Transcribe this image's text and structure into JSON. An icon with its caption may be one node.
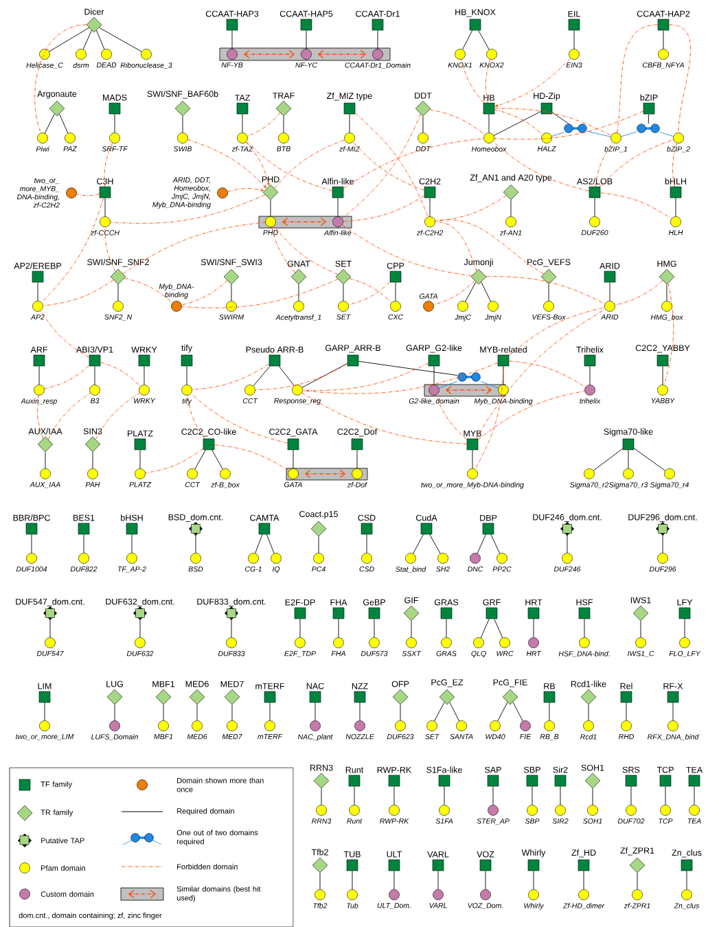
{
  "diagram": {
    "nodes": [
      {
        "text": [
          "Dicer"
        ]
      },
      {
        "text": [
          "Helicase_C"
        ]
      },
      {
        "text": [
          "dsrm"
        ]
      },
      {
        "text": [
          "DEAD"
        ]
      },
      {
        "text": [
          "Ribonuclease_3"
        ]
      },
      {
        "text": [],
        "shape": "box"
      },
      {
        "text": [
          "CCAAT-HAP3"
        ]
      },
      {
        "text": [
          "NF-YB"
        ],
        "in": 5
      },
      {
        "text": [
          "CCAAT-HAP5"
        ]
      },
      {
        "text": [
          "NF-YC"
        ],
        "in": 5
      },
      {
        "text": [
          "CCAAT-Dr1"
        ]
      },
      {
        "text": [
          "CCAAT-Dr1_Domain"
        ],
        "in": 5
      },
      {
        "text": [
          "HB_KNOX"
        ]
      },
      {
        "text": [
          "KNOX1"
        ]
      },
      {
        "text": [
          "KNOX2"
        ]
      },
      {
        "text": [
          "EIL"
        ]
      },
      {
        "text": [
          "EIN3"
        ]
      },
      {
        "text": [
          "CCAAT-HAP2"
        ]
      },
      {
        "text": [
          "CBFB_NFYA"
        ]
      },
      {
        "text": [
          "Argonaute"
        ]
      },
      {
        "text": [
          "Piwi"
        ]
      },
      {
        "text": [
          "PAZ"
        ]
      },
      {
        "text": [
          "MADS"
        ]
      },
      {
        "text": [
          "SRF-TF"
        ]
      },
      {
        "text": [
          "SWI/SNF_BAF60b"
        ]
      },
      {
        "text": [
          "SWIB"
        ]
      },
      {
        "text": [
          "TAZ"
        ]
      },
      {
        "text": [
          "zf-TAZ"
        ]
      },
      {
        "text": [
          "TRAF"
        ]
      },
      {
        "text": [
          "BTB"
        ]
      },
      {
        "text": [
          "Zf_MIZ type"
        ]
      },
      {
        "text": [
          "zf-MIZ"
        ]
      },
      {
        "text": [
          "DDT"
        ]
      },
      {
        "text": [
          "DDT"
        ]
      },
      {
        "text": [
          "HB"
        ]
      },
      {
        "text": [
          "Homeobox"
        ]
      },
      {
        "text": [
          "HD-Zip"
        ]
      },
      {
        "text": [
          "HALZ"
        ]
      },
      {
        "text": [],
        "shape": "dumbbell"
      },
      {
        "text": [
          "bZIP"
        ]
      },
      {
        "text": [
          "bZIP_1"
        ]
      },
      {
        "text": [
          "bZIP_2"
        ]
      },
      {
        "text": [],
        "shape": "dumbbell"
      },
      {
        "text": [
          "two_or_ more_MYB_ DNA-binding, zf-C2H2"
        ]
      },
      {
        "text": [
          "C3H"
        ]
      },
      {
        "text": [
          "zf-CCCH"
        ]
      },
      {
        "text": [
          "ARID, DDT, Homeobox, JmjC, JmjN, Myb_DNA-binding"
        ]
      },
      {
        "text": [],
        "shape": "box"
      },
      {
        "text": [
          "PHD"
        ]
      },
      {
        "text": [
          "PHD"
        ],
        "in": 47
      },
      {
        "text": [
          "Alfin-like"
        ]
      },
      {
        "text": [
          "Alfin-like"
        ],
        "in": 47
      },
      {
        "text": [
          "C2H2"
        ]
      },
      {
        "text": [
          "zf-C2H2"
        ]
      },
      {
        "text": [
          "Zf_AN1 and A20 type"
        ]
      },
      {
        "text": [
          "zf-AN1"
        ]
      },
      {
        "text": [
          "AS2/LOB"
        ]
      },
      {
        "text": [
          "DUF260"
        ]
      },
      {
        "text": [
          "bHLH"
        ]
      },
      {
        "text": [
          "HLH"
        ]
      },
      {
        "text": [
          "AP2/EREBP"
        ]
      },
      {
        "text": [
          "AP2"
        ]
      },
      {
        "text": [
          "SWI/SNF_SNF2"
        ]
      },
      {
        "text": [
          "SNF2_N"
        ]
      },
      {
        "text": [
          "Myb_DNA- binding"
        ]
      },
      {
        "text": [
          "SWI/SNF_SWI3"
        ]
      },
      {
        "text": [
          "SWIRM"
        ]
      },
      {
        "text": [
          "GNAT"
        ]
      },
      {
        "text": [
          "Acetyltransf_1"
        ]
      },
      {
        "text": [
          "SET"
        ]
      },
      {
        "text": [
          "SET"
        ]
      },
      {
        "text": [
          "CPP"
        ]
      },
      {
        "text": [
          "CXC"
        ]
      },
      {
        "text": [
          "GATA"
        ]
      },
      {
        "text": [
          "Jumonji"
        ]
      },
      {
        "text": [
          "JmjC"
        ]
      },
      {
        "text": [
          "JmjN"
        ]
      },
      {
        "text": [
          "PcG_VEFS"
        ]
      },
      {
        "text": [
          "VEFS-Box"
        ]
      },
      {
        "text": [
          "ARID"
        ]
      },
      {
        "text": [
          "ARID"
        ]
      },
      {
        "text": [
          "HMG"
        ]
      },
      {
        "text": [
          "HMG_box"
        ]
      },
      {
        "text": [
          "ARF"
        ]
      },
      {
        "text": [
          "Auxin_resp"
        ]
      },
      {
        "text": [
          "ABI3/VP1"
        ]
      },
      {
        "text": [
          "B3"
        ]
      },
      {
        "text": [
          "WRKY"
        ]
      },
      {
        "text": [
          "WRKY"
        ]
      },
      {
        "text": [
          "tify"
        ]
      },
      {
        "text": [
          "tify"
        ]
      },
      {
        "text": [
          "Pseudo ARR-B"
        ]
      },
      {
        "text": [
          "CCT"
        ]
      },
      {
        "text": [
          "Response_reg"
        ]
      },
      {
        "text": [
          "GARP_ARR-B"
        ]
      },
      {
        "text": [],
        "shape": "box"
      },
      {
        "text": [
          "GARP_G2-like"
        ]
      },
      {
        "text": [
          "G2-like_domain"
        ],
        "in": 95
      },
      {
        "text": [
          "MYB-related"
        ]
      },
      {
        "text": [
          "Myb_DNA-binding"
        ],
        "in": 95
      },
      {
        "text": [],
        "shape": "dumbbell"
      },
      {
        "text": [
          "Trihelix"
        ]
      },
      {
        "text": [
          "trihelix"
        ]
      },
      {
        "text": [
          "C2C2_YABBY"
        ]
      },
      {
        "text": [
          "YABBY"
        ]
      },
      {
        "text": [
          "AUX/IAA"
        ]
      },
      {
        "text": [
          "AUX_IAA"
        ]
      },
      {
        "text": [
          "SIN3"
        ]
      },
      {
        "text": [
          "PAH"
        ]
      },
      {
        "text": [
          "PLATZ"
        ]
      },
      {
        "text": [
          "PLATZ"
        ]
      },
      {
        "text": [
          "C2C2_CO-like"
        ]
      },
      {
        "text": [
          "CCT"
        ]
      },
      {
        "text": [
          "zf-B_box"
        ]
      },
      {
        "text": [],
        "shape": "box"
      },
      {
        "text": [
          "C2C2_GATA"
        ]
      },
      {
        "text": [
          "GATA"
        ],
        "in": 114
      },
      {
        "text": [
          "C2C2_Dof"
        ]
      },
      {
        "text": [
          "zf-Dof"
        ],
        "in": 114
      },
      {
        "text": [
          "MYB"
        ]
      },
      {
        "text": [
          "two_or_more_Myb-DNA-binding"
        ]
      },
      {
        "text": [
          "Sigma70-like"
        ]
      },
      {
        "text": [
          "Sigma70_r2"
        ]
      },
      {
        "text": [
          "Sigma70_r3"
        ]
      },
      {
        "text": [
          "Sigma70_r4"
        ]
      },
      {
        "text": [
          "BBR/BPC"
        ]
      },
      {
        "text": [
          "DUF1004"
        ]
      },
      {
        "text": [
          "BES1"
        ]
      },
      {
        "text": [
          "DUF822"
        ]
      },
      {
        "text": [
          "bHSH"
        ]
      },
      {
        "text": [
          "TF_AP-2"
        ]
      },
      {
        "text": [
          "BSD_dom.cnt."
        ]
      },
      {
        "text": [
          "BSD"
        ]
      },
      {
        "text": [
          "CAMTA"
        ]
      },
      {
        "text": [
          "CG-1"
        ]
      },
      {
        "text": [
          "IQ"
        ]
      },
      {
        "text": [
          "Coact.p15"
        ]
      },
      {
        "text": [
          "PC4"
        ]
      },
      {
        "text": [
          "CSD"
        ]
      },
      {
        "text": [
          "CSD"
        ]
      },
      {
        "text": [
          "CudA"
        ]
      },
      {
        "text": [
          "Stat_bind"
        ]
      },
      {
        "text": [
          "SH2"
        ]
      },
      {
        "text": [
          "DBP"
        ]
      },
      {
        "text": [
          "DNC"
        ]
      },
      {
        "text": [
          "PP2C"
        ]
      },
      {
        "text": [
          "DUF246_dom.cnt."
        ]
      },
      {
        "text": [
          "DUF246"
        ]
      },
      {
        "text": [
          "DUF296_dom.cnt."
        ]
      },
      {
        "text": [
          "DUF296"
        ]
      },
      {
        "text": [
          "DUF547_dom.cnt."
        ]
      },
      {
        "text": [
          "DUF547"
        ]
      },
      {
        "text": [
          "DUF632_dom.cnt."
        ]
      },
      {
        "text": [
          "DUF632"
        ]
      },
      {
        "text": [
          "DUF833_dom.cnt."
        ]
      },
      {
        "text": [
          "DUF833"
        ]
      },
      {
        "text": [
          "E2F-DP"
        ]
      },
      {
        "text": [
          "E2F_TDP"
        ]
      },
      {
        "text": [
          "FHA"
        ]
      },
      {
        "text": [
          "FHA"
        ]
      },
      {
        "text": [
          "GeBP"
        ]
      },
      {
        "text": [
          "DUF573"
        ]
      },
      {
        "text": [
          "GIF"
        ]
      },
      {
        "text": [
          "SSXT"
        ]
      },
      {
        "text": [
          "GRAS"
        ]
      },
      {
        "text": [
          "GRAS"
        ]
      },
      {
        "text": [
          "GRF"
        ]
      },
      {
        "text": [
          "QLQ"
        ]
      },
      {
        "text": [
          "WRC"
        ]
      },
      {
        "text": [
          "HRT"
        ]
      },
      {
        "text": [
          "HRT"
        ]
      },
      {
        "text": [
          "HSF"
        ]
      },
      {
        "text": [
          "HSF_DNA-bind."
        ]
      },
      {
        "text": [
          "IWS1"
        ]
      },
      {
        "text": [
          "IWS1_C"
        ]
      },
      {
        "text": [
          "LFY"
        ]
      },
      {
        "text": [
          "FLO_LFY"
        ]
      },
      {
        "text": [
          "LIM"
        ]
      },
      {
        "text": [
          "two_or_more_LIM"
        ]
      },
      {
        "text": [
          "LUG"
        ]
      },
      {
        "text": [
          "LUFS_Domain"
        ]
      },
      {
        "text": [
          "MBF1"
        ]
      },
      {
        "text": [
          "MBF1"
        ]
      },
      {
        "text": [
          "MED6"
        ]
      },
      {
        "text": [
          "MED6"
        ]
      },
      {
        "text": [
          "MED7"
        ]
      },
      {
        "text": [
          "MED7"
        ]
      },
      {
        "text": [
          "mTERF"
        ]
      },
      {
        "text": [
          "mTERF"
        ]
      },
      {
        "text": [
          "NAC"
        ]
      },
      {
        "text": [
          "NAC_plant"
        ]
      },
      {
        "text": [
          "NZZ"
        ]
      },
      {
        "text": [
          "NOZZLE"
        ]
      },
      {
        "text": [
          "OFP"
        ]
      },
      {
        "text": [
          "DUF623"
        ]
      },
      {
        "text": [
          "PcG_EZ"
        ]
      },
      {
        "text": [
          "SET"
        ]
      },
      {
        "text": [
          "SANTA"
        ]
      },
      {
        "text": [
          "PcG_FIE"
        ]
      },
      {
        "text": [
          "WD40"
        ]
      },
      {
        "text": [
          "FIE"
        ]
      },
      {
        "text": [
          "RB"
        ]
      },
      {
        "text": [
          "RB_B"
        ]
      },
      {
        "text": [
          "Rcd1-like"
        ]
      },
      {
        "text": [
          "Rcd1"
        ]
      },
      {
        "text": [
          "Rel"
        ]
      },
      {
        "text": [
          "RHD"
        ]
      },
      {
        "text": [
          "RF-X"
        ]
      },
      {
        "text": [
          "RFX_DNA_bind"
        ]
      },
      {
        "text": [
          "RRN3"
        ]
      },
      {
        "text": [
          "RRN3"
        ]
      },
      {
        "text": [
          "Runt"
        ]
      },
      {
        "text": [
          "Runt"
        ]
      },
      {
        "text": [
          "RWP-RK"
        ]
      },
      {
        "text": [
          "RWP-RK"
        ]
      },
      {
        "text": [
          "S1Fa-like"
        ]
      },
      {
        "text": [
          "S1FA"
        ]
      },
      {
        "text": [
          "SAP"
        ]
      },
      {
        "text": [
          "STER_AP"
        ]
      },
      {
        "text": [
          "SBP"
        ]
      },
      {
        "text": [
          "SBP"
        ]
      },
      {
        "text": [
          "Sir2"
        ]
      },
      {
        "text": [
          "SIR2"
        ]
      },
      {
        "text": [
          "SOH1"
        ]
      },
      {
        "text": [
          "SOH1"
        ]
      },
      {
        "text": [
          "SRS"
        ]
      },
      {
        "text": [
          "DUF702"
        ]
      },
      {
        "text": [
          "TCP"
        ]
      },
      {
        "text": [
          "TCP"
        ]
      },
      {
        "text": [
          "TEA"
        ]
      },
      {
        "text": [
          "TEA"
        ]
      },
      {
        "text": [
          "Tfb2"
        ]
      },
      {
        "text": [
          "Tfb2"
        ]
      },
      {
        "text": [
          "TUB"
        ]
      },
      {
        "text": [
          "Tub"
        ]
      },
      {
        "text": [
          "ULT"
        ]
      },
      {
        "text": [
          "ULT_Dom."
        ]
      },
      {
        "text": [
          "VARL"
        ]
      },
      {
        "text": [
          "VARL"
        ]
      },
      {
        "text": [
          "VOZ"
        ]
      },
      {
        "text": [
          "VOZ_Dom."
        ]
      },
      {
        "text": [
          "Whirly"
        ]
      },
      {
        "text": [
          "Whirly"
        ]
      },
      {
        "text": [
          "Zf_HD"
        ]
      },
      {
        "text": [
          "Zf-HD_dimer"
        ]
      },
      {
        "text": [
          "Zf_ZPR1"
        ]
      },
      {
        "text": [
          "zf-ZPR1"
        ]
      },
      {
        "text": [
          "Zn_clus"
        ]
      },
      {
        "text": [
          "Zn_clus"
        ]
      }
    ],
    "edges": [
      {
        "from": 0,
        "to": 1,
        "arrow": "none"
      },
      {
        "from": 0,
        "to": 2,
        "arrow": "none"
      },
      {
        "from": 0,
        "to": 3,
        "arrow": "none"
      },
      {
        "from": 0,
        "to": 4,
        "arrow": "none"
      },
      {
        "from": 6,
        "to": 7,
        "arrow": "none"
      },
      {
        "from": 8,
        "to": 9,
        "arrow": "none"
      },
      {
        "from": 10,
        "to": 11,
        "arrow": "none"
      },
      {
        "from": 12,
        "to": 13,
        "arrow": "none"
      },
      {
        "from": 12,
        "to": 14,
        "arrow": "none"
      },
      {
        "from": 15,
        "to": 16,
        "arrow": "none"
      },
      {
        "from": 17,
        "to": 18,
        "arrow": "none"
      },
      {
        "from": 19,
        "to": 20,
        "arrow": "none"
      },
      {
        "from": 19,
        "to": 21,
        "arrow": "none"
      },
      {
        "from": 22,
        "to": 23,
        "arrow": "none"
      },
      {
        "from": 24,
        "to": 25,
        "arrow": "none"
      },
      {
        "from": 26,
        "to": 27,
        "arrow": "none"
      },
      {
        "from": 28,
        "to": 29,
        "arrow": "none"
      },
      {
        "from": 30,
        "to": 31,
        "arrow": "none"
      },
      {
        "from": 32,
        "to": 33,
        "arrow": "none"
      },
      {
        "from": 34,
        "to": 35,
        "arrow": "none"
      },
      {
        "from": 36,
        "to": 35,
        "arrow": "none"
      },
      {
        "from": 36,
        "to": 38,
        "arrow": "none"
      },
      {
        "from": 38,
        "to": 37,
        "arrow": "none",
        "color": "#1e88e5"
      },
      {
        "from": 38,
        "to": 40,
        "arrow": "none",
        "color": "#1e88e5"
      },
      {
        "from": 39,
        "to": 42,
        "arrow": "none"
      },
      {
        "from": 42,
        "to": 40,
        "arrow": "none",
        "color": "#1e88e5"
      },
      {
        "from": 42,
        "to": 41,
        "arrow": "none",
        "color": "#1e88e5"
      },
      {
        "from": 44,
        "to": 45,
        "arrow": "none"
      },
      {
        "from": 48,
        "to": 49,
        "arrow": "none"
      },
      {
        "from": 50,
        "to": 51,
        "arrow": "none"
      },
      {
        "from": 52,
        "to": 53,
        "arrow": "none"
      },
      {
        "from": 54,
        "to": 55,
        "arrow": "none"
      },
      {
        "from": 56,
        "to": 57,
        "arrow": "none"
      },
      {
        "from": 58,
        "to": 59,
        "arrow": "none"
      },
      {
        "from": 60,
        "to": 61,
        "arrow": "none"
      },
      {
        "from": 62,
        "to": 63,
        "arrow": "none"
      },
      {
        "from": 65,
        "to": 66,
        "arrow": "none"
      },
      {
        "from": 67,
        "to": 68,
        "arrow": "none"
      },
      {
        "from": 69,
        "to": 70,
        "arrow": "none"
      },
      {
        "from": 71,
        "to": 72,
        "arrow": "none"
      },
      {
        "from": 74,
        "to": 75,
        "arrow": "none"
      },
      {
        "from": 74,
        "to": 76,
        "arrow": "none"
      },
      {
        "from": 77,
        "to": 78,
        "arrow": "none"
      },
      {
        "from": 79,
        "to": 80,
        "arrow": "none"
      },
      {
        "from": 81,
        "to": 82,
        "arrow": "none"
      },
      {
        "from": 83,
        "to": 84,
        "arrow": "none"
      },
      {
        "from": 85,
        "to": 86,
        "arrow": "none"
      },
      {
        "from": 87,
        "to": 88,
        "arrow": "none"
      },
      {
        "from": 89,
        "to": 90,
        "arrow": "none"
      },
      {
        "from": 91,
        "to": 92,
        "arrow": "none"
      },
      {
        "from": 91,
        "to": 93,
        "arrow": "none"
      },
      {
        "from": 94,
        "to": 93,
        "arrow": "none"
      },
      {
        "from": 94,
        "to": 100,
        "arrow": "none"
      },
      {
        "from": 100,
        "to": 97,
        "arrow": "none",
        "color": "#1e88e5"
      },
      {
        "from": 100,
        "to": 99,
        "arrow": "none",
        "color": "#1e88e5"
      },
      {
        "from": 96,
        "to": 97,
        "arrow": "none"
      },
      {
        "from": 98,
        "to": 99,
        "arrow": "none"
      },
      {
        "from": 101,
        "to": 102,
        "arrow": "none"
      },
      {
        "from": 103,
        "to": 104,
        "arrow": "none"
      },
      {
        "from": 105,
        "to": 106,
        "arrow": "none"
      },
      {
        "from": 107,
        "to": 108,
        "arrow": "none"
      },
      {
        "from": 109,
        "to": 110,
        "arrow": "none"
      },
      {
        "from": 111,
        "to": 112,
        "arrow": "none"
      },
      {
        "from": 111,
        "to": 113,
        "arrow": "none"
      },
      {
        "from": 115,
        "to": 116,
        "arrow": "none"
      },
      {
        "from": 117,
        "to": 118,
        "arrow": "none"
      },
      {
        "from": 119,
        "to": 120,
        "arrow": "none"
      },
      {
        "from": 121,
        "to": 122,
        "arrow": "none"
      },
      {
        "from": 121,
        "to": 123,
        "arrow": "none"
      },
      {
        "from": 121,
        "to": 124,
        "arrow": "none"
      },
      {
        "from": 125,
        "to": 126,
        "arrow": "none"
      },
      {
        "from": 127,
        "to": 128,
        "arrow": "none"
      },
      {
        "from": 129,
        "to": 130,
        "arrow": "none"
      },
      {
        "from": 131,
        "to": 132,
        "arrow": "none"
      },
      {
        "from": 133,
        "to": 134,
        "arrow": "none"
      },
      {
        "from": 133,
        "to": 135,
        "arrow": "none"
      },
      {
        "from": 136,
        "to": 137,
        "arrow": "none"
      },
      {
        "from": 138,
        "to": 139,
        "arrow": "none"
      },
      {
        "from": 140,
        "to": 141,
        "arrow": "none"
      },
      {
        "from": 140,
        "to": 142,
        "arrow": "none"
      },
      {
        "from": 143,
        "to": 144,
        "arrow": "none"
      },
      {
        "from": 143,
        "to": 145,
        "arrow": "none"
      },
      {
        "from": 146,
        "to": 147,
        "arrow": "none"
      },
      {
        "from": 148,
        "to": 149,
        "arrow": "none"
      },
      {
        "from": 150,
        "to": 151,
        "arrow": "none"
      },
      {
        "from": 152,
        "to": 153,
        "arrow": "none"
      },
      {
        "from": 154,
        "to": 155,
        "arrow": "none"
      },
      {
        "from": 156,
        "to": 157,
        "arrow": "none"
      },
      {
        "from": 158,
        "to": 159,
        "arrow": "none"
      },
      {
        "from": 160,
        "to": 161,
        "arrow": "none"
      },
      {
        "from": 162,
        "to": 163,
        "arrow": "none"
      },
      {
        "from": 164,
        "to": 165,
        "arrow": "none"
      },
      {
        "from": 166,
        "to": 167,
        "arrow": "none"
      },
      {
        "from": 166,
        "to": 168,
        "arrow": "none"
      },
      {
        "from": 169,
        "to": 170,
        "arrow": "none"
      },
      {
        "from": 171,
        "to": 172,
        "arrow": "none"
      },
      {
        "from": 173,
        "to": 174,
        "arrow": "none"
      },
      {
        "from": 175,
        "to": 176,
        "arrow": "none"
      },
      {
        "from": 177,
        "to": 178,
        "arrow": "none"
      },
      {
        "from": 179,
        "to": 180,
        "arrow": "none"
      },
      {
        "from": 181,
        "to": 182,
        "arrow": "none"
      },
      {
        "from": 183,
        "to": 184,
        "arrow": "none"
      },
      {
        "from": 185,
        "to": 186,
        "arrow": "none"
      },
      {
        "from": 187,
        "to": 188,
        "arrow": "none"
      },
      {
        "from": 189,
        "to": 190,
        "arrow": "none"
      },
      {
        "from": 191,
        "to": 192,
        "arrow": "none"
      },
      {
        "from": 193,
        "to": 194,
        "arrow": "none"
      },
      {
        "from": 195,
        "to": 196,
        "arrow": "none"
      },
      {
        "from": 195,
        "to": 197,
        "arrow": "none"
      },
      {
        "from": 198,
        "to": 199,
        "arrow": "none"
      },
      {
        "from": 198,
        "to": 200,
        "arrow": "none"
      },
      {
        "from": 201,
        "to": 202,
        "arrow": "none"
      },
      {
        "from": 203,
        "to": 204,
        "arrow": "none"
      },
      {
        "from": 205,
        "to": 206,
        "arrow": "none"
      },
      {
        "from": 207,
        "to": 208,
        "arrow": "none"
      },
      {
        "from": 209,
        "to": 210,
        "arrow": "none"
      },
      {
        "from": 211,
        "to": 212,
        "arrow": "none"
      },
      {
        "from": 213,
        "to": 214,
        "arrow": "none"
      },
      {
        "from": 215,
        "to": 216,
        "arrow": "none"
      },
      {
        "from": 217,
        "to": 218,
        "arrow": "none"
      },
      {
        "from": 219,
        "to": 220,
        "arrow": "none"
      },
      {
        "from": 221,
        "to": 222,
        "arrow": "none"
      },
      {
        "from": 223,
        "to": 224,
        "arrow": "none"
      },
      {
        "from": 225,
        "to": 226,
        "arrow": "none"
      },
      {
        "from": 227,
        "to": 228,
        "arrow": "none"
      },
      {
        "from": 229,
        "to": 230,
        "arrow": "none"
      },
      {
        "from": 231,
        "to": 232,
        "arrow": "none"
      },
      {
        "from": 233,
        "to": 234,
        "arrow": "none"
      },
      {
        "from": 235,
        "to": 236,
        "arrow": "none"
      },
      {
        "from": 237,
        "to": 238,
        "arrow": "none"
      },
      {
        "from": 239,
        "to": 240,
        "arrow": "none"
      },
      {
        "from": 241,
        "to": 242,
        "arrow": "none"
      },
      {
        "from": 243,
        "to": 244,
        "arrow": "none"
      },
      {
        "from": 245,
        "to": 246,
        "arrow": "none"
      },
      {
        "from": 247,
        "to": 248,
        "arrow": "none"
      },
      {
        "from": 7,
        "to": 9,
        "arrow": "both",
        "style": "dashed",
        "color": "#ff4500"
      },
      {
        "from": 9,
        "to": 11,
        "arrow": "both",
        "style": "dashed",
        "color": "#ff4500"
      },
      {
        "from": 49,
        "to": 51,
        "arrow": "both",
        "style": "dashed",
        "color": "#ff4500"
      },
      {
        "from": 97,
        "to": 99,
        "arrow": "both",
        "style": "dashed",
        "color": "#ff4500"
      },
      {
        "from": 116,
        "to": 118,
        "arrow": "both",
        "style": "dashed",
        "color": "#ff4500"
      },
      {
        "from": 0,
        "to": 20,
        "arrow": "none",
        "style": "dashed",
        "color": "#ff4500"
      },
      {
        "from": 34,
        "to": 13,
        "arrow": "none",
        "style": "dashed",
        "color": "#ff4500"
      },
      {
        "from": 34,
        "to": 14,
        "arrow": "none",
        "style": "dashed",
        "color": "#ff4500"
      },
      {
        "from": 16,
        "to": 34,
        "arrow": "to",
        "style": "dashed",
        "color": "#ff4500"
      },
      {
        "from": 34,
        "to": 37,
        "arrow": "none",
        "style": "dashed",
        "color": "#ff4500"
      },
      {
        "from": 34,
        "to": 40,
        "arrow": "none",
        "style": "dashed",
        "color": "#ff4500"
      },
      {
        "from": 17,
        "to": 40,
        "arrow": "none",
        "style": "dashed",
        "color": "#ff4500"
      },
      {
        "from": 17,
        "to": 41,
        "arrow": "none",
        "style": "dashed",
        "color": "#ff4500"
      },
      {
        "from": 58,
        "to": 41,
        "arrow": "none",
        "style": "dashed",
        "color": "#ff4500"
      },
      {
        "from": 39,
        "to": 35,
        "arrow": "none",
        "style": "dashed",
        "color": "#ff4500"
      },
      {
        "from": 50,
        "to": 35,
        "arrow": "none",
        "style": "dashed",
        "color": "#ff4500"
      },
      {
        "from": 56,
        "to": 35,
        "arrow": "none",
        "style": "dashed",
        "color": "#ff4500"
      },
      {
        "from": 56,
        "to": 40,
        "arrow": "none",
        "style": "dashed",
        "color": "#ff4500"
      },
      {
        "from": 56,
        "to": 41,
        "arrow": "none",
        "style": "dashed",
        "color": "#ff4500"
      },
      {
        "from": 56,
        "to": 59,
        "arrow": "none",
        "style": "dashed",
        "color": "#ff4500"
      },
      {
        "from": 32,
        "to": 51,
        "arrow": "none",
        "style": "dashed",
        "color": "#ff4500"
      },
      {
        "from": 32,
        "to": 35,
        "arrow": "none",
        "style": "dashed",
        "color": "#ff4500"
      },
      {
        "from": 30,
        "to": 53,
        "arrow": "none",
        "style": "dashed",
        "color": "#ff4500"
      },
      {
        "from": 52,
        "to": 31,
        "arrow": "none",
        "style": "dashed",
        "color": "#ff4500"
      },
      {
        "from": 50,
        "to": 27,
        "arrow": "none",
        "style": "dashed",
        "color": "#ff4500"
      },
      {
        "from": 28,
        "to": 27,
        "arrow": "none",
        "style": "dashed",
        "color": "#ff4500"
      },
      {
        "from": 48,
        "to": 31,
        "arrow": "none",
        "style": "dashed",
        "color": "#ff4500"
      },
      {
        "from": 25,
        "to": 48,
        "arrow": "to",
        "style": "dashed",
        "color": "#ff4500"
      },
      {
        "from": 27,
        "to": 48,
        "arrow": "to",
        "style": "dashed",
        "color": "#ff4500"
      },
      {
        "from": 46,
        "to": 48,
        "arrow": "to",
        "style": "dashed",
        "color": "#ff4500"
      },
      {
        "from": 54,
        "to": 53,
        "arrow": "none",
        "style": "dashed",
        "color": "#ff4500"
      },
      {
        "from": 52,
        "to": 51,
        "arrow": "none",
        "style": "dashed",
        "color": "#ff4500"
      },
      {
        "from": 44,
        "to": 23,
        "arrow": "none",
        "style": "dashed",
        "color": "#ff4500"
      },
      {
        "from": 44,
        "to": 43,
        "arrow": "none",
        "style": "dashed",
        "color": "#ff4500"
      },
      {
        "from": 44,
        "to": 61,
        "arrow": "none",
        "style": "dashed",
        "color": "#ff4500"
      },
      {
        "from": 62,
        "to": 45,
        "arrow": "none",
        "style": "dashed",
        "color": "#ff4500"
      },
      {
        "from": 48,
        "to": 45,
        "arrow": "none",
        "style": "dashed",
        "color": "#ff4500"
      },
      {
        "from": 62,
        "to": 61,
        "arrow": "none",
        "style": "dashed",
        "color": "#ff4500"
      },
      {
        "from": 85,
        "to": 61,
        "arrow": "none",
        "style": "dashed",
        "color": "#ff4500"
      },
      {
        "from": 62,
        "to": 49,
        "arrow": "none",
        "style": "dashed",
        "color": "#ff4500"
      },
      {
        "from": 62,
        "to": 64,
        "arrow": "none",
        "style": "dashed",
        "color": "#ff4500"
      },
      {
        "from": 65,
        "to": 64,
        "arrow": "none",
        "style": "dashed",
        "color": "#ff4500"
      },
      {
        "from": 69,
        "to": 64,
        "arrow": "none",
        "style": "dashed",
        "color": "#ff4500"
      },
      {
        "from": 67,
        "to": 49,
        "arrow": "none",
        "style": "dashed",
        "color": "#ff4500"
      },
      {
        "from": 69,
        "to": 49,
        "arrow": "none",
        "style": "dashed",
        "color": "#ff4500"
      },
      {
        "from": 69,
        "to": 72,
        "arrow": "none",
        "style": "dashed",
        "color": "#ff4500"
      },
      {
        "from": 71,
        "to": 70,
        "arrow": "none",
        "style": "dashed",
        "color": "#ff4500"
      },
      {
        "from": 74,
        "to": 73,
        "arrow": "none",
        "style": "dashed",
        "color": "#ff4500"
      },
      {
        "from": 74,
        "to": 80,
        "arrow": "none",
        "style": "dashed",
        "color": "#ff4500"
      },
      {
        "from": 74,
        "to": 53,
        "arrow": "none",
        "style": "dashed",
        "color": "#ff4500"
      },
      {
        "from": 77,
        "to": 53,
        "arrow": "none",
        "style": "dashed",
        "color": "#ff4500"
      },
      {
        "from": 74,
        "to": 51,
        "arrow": "none",
        "style": "dashed",
        "color": "#ff4500"
      },
      {
        "from": 81,
        "to": 80,
        "arrow": "none",
        "style": "dashed",
        "color": "#ff4500"
      },
      {
        "from": 81,
        "to": 104,
        "arrow": "none",
        "style": "dashed",
        "color": "#ff4500"
      },
      {
        "from": 98,
        "to": 80,
        "arrow": "none",
        "style": "dashed",
        "color": "#ff4500"
      },
      {
        "from": 119,
        "to": 80,
        "arrow": "none",
        "style": "dashed",
        "color": "#ff4500"
      },
      {
        "from": 98,
        "to": 102,
        "arrow": "none",
        "style": "dashed",
        "color": "#ff4500"
      },
      {
        "from": 119,
        "to": 102,
        "arrow": "none",
        "style": "dashed",
        "color": "#ff4500"
      },
      {
        "from": 119,
        "to": 97,
        "arrow": "none",
        "style": "dashed",
        "color": "#ff4500"
      },
      {
        "from": 98,
        "to": 120,
        "arrow": "none",
        "style": "dashed",
        "color": "#ff4500"
      },
      {
        "from": 96,
        "to": 93,
        "arrow": "none",
        "style": "dashed",
        "color": "#ff4500"
      },
      {
        "from": 98,
        "to": 93,
        "arrow": "none",
        "style": "dashed",
        "color": "#ff4500"
      },
      {
        "from": 119,
        "to": 93,
        "arrow": "none",
        "style": "dashed",
        "color": "#ff4500"
      },
      {
        "from": 94,
        "to": 92,
        "arrow": "none",
        "style": "dashed",
        "color": "#ff4500"
      },
      {
        "from": 91,
        "to": 90,
        "arrow": "none",
        "style": "dashed",
        "color": "#ff4500"
      },
      {
        "from": 115,
        "to": 90,
        "arrow": "none",
        "style": "dashed",
        "color": "#ff4500"
      },
      {
        "from": 111,
        "to": 90,
        "arrow": "none",
        "style": "dashed",
        "color": "#ff4500"
      },
      {
        "from": 105,
        "to": 84,
        "arrow": "none",
        "style": "dashed",
        "color": "#ff4500"
      },
      {
        "from": 85,
        "to": 84,
        "arrow": "none",
        "style": "dashed",
        "color": "#ff4500"
      },
      {
        "from": 85,
        "to": 88,
        "arrow": "none",
        "style": "dashed",
        "color": "#ff4500"
      },
      {
        "from": 105,
        "to": 86,
        "arrow": "none",
        "style": "dashed",
        "color": "#ff4500"
      },
      {
        "from": 107,
        "to": 88,
        "arrow": "none",
        "style": "dashed",
        "color": "#ff4500"
      },
      {
        "from": 111,
        "to": 110,
        "arrow": "none",
        "style": "dashed",
        "color": "#ff4500"
      },
      {
        "from": 111,
        "to": 116,
        "arrow": "none",
        "style": "dashed",
        "color": "#ff4500"
      }
    ],
    "labels": [
      "dom.cnt., domain containing; zf, zinc finger"
    ],
    "legend": [
      {
        "text": "TF family",
        "color": "#00853f"
      },
      {
        "text": "Domain shown more than once",
        "color": "#f07d00"
      },
      {
        "text": "TR family",
        "color": "#a6d785"
      },
      {
        "text": "Required domain"
      },
      {
        "text": "Putative TAP",
        "color": "#a6d785"
      },
      {
        "text": "One out of two domains required"
      },
      {
        "text": "Pfam domain",
        "color": "#ffff00"
      },
      {
        "text": "Forbidden domain"
      },
      {
        "text": "Custom domain",
        "color": "#c47bab"
      },
      {
        "text": "Similar domains (best hit used)"
      }
    ]
  }
}
